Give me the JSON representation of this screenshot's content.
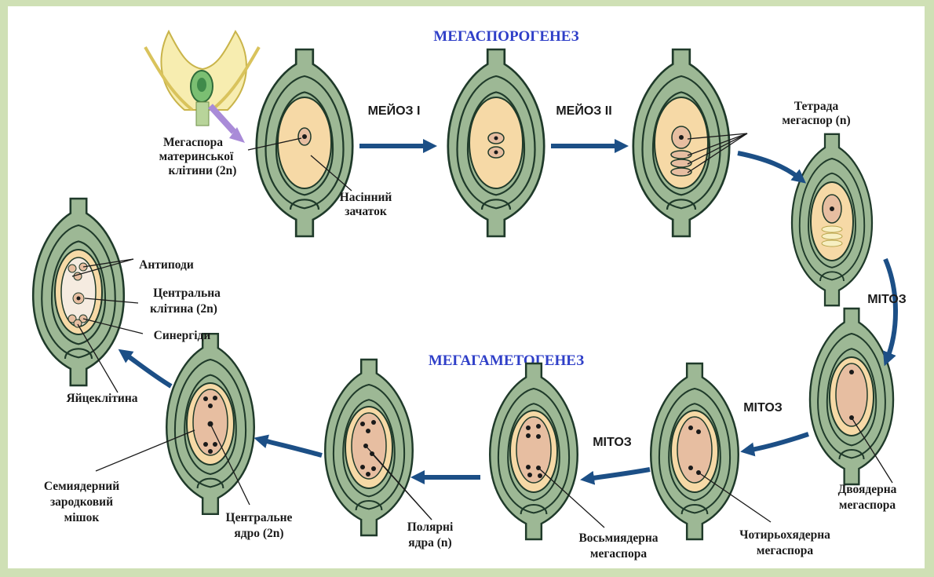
{
  "titles": {
    "top": "МЕГАСПОРОГЕНЕЗ",
    "middle": "МЕГАГАМЕТОГЕНЕЗ"
  },
  "steps": {
    "meiosis1": "МЕЙОЗ I",
    "meiosis2": "МЕЙОЗ II",
    "mitosis_right": "МІТОЗ",
    "mitosis_bottom_right": "МІТОЗ",
    "mitosis_bottom_mid": "МІТОЗ"
  },
  "labels": {
    "mother_cell": [
      "Мегаспора",
      "материнської",
      "клітини (2n)"
    ],
    "ovule": [
      "Насінний",
      "зачаток"
    ],
    "tetrad": [
      "Тетрада",
      "мегаспор (n)"
    ],
    "antipodes": "Антиподи",
    "central_cell": [
      "Центральна",
      "клітина (2n)"
    ],
    "synergids": "Синергіди",
    "egg_cell": "Яйцеклітина",
    "binucleate": [
      "Двоядерна",
      "мегаспора"
    ],
    "four_nucleate": [
      "Чотирьохядерна",
      "мегаспора"
    ],
    "eight_nucleate": [
      "Восьмиядерна",
      "мегаспора"
    ],
    "polar_nuclei": [
      "Полярні",
      "ядра (n)"
    ],
    "central_nucleus": [
      "Центральне",
      "ядро (2n)"
    ],
    "embryo_sac": [
      "Семиядерний",
      "зародковий",
      "мішок"
    ]
  },
  "colors": {
    "integument": "#9db895",
    "outline": "#1f3a2a",
    "nucellus": "#f6d9a6",
    "sac": "#e7bea1",
    "arrow": "#1c4f86",
    "title": "#2f3fc8"
  }
}
